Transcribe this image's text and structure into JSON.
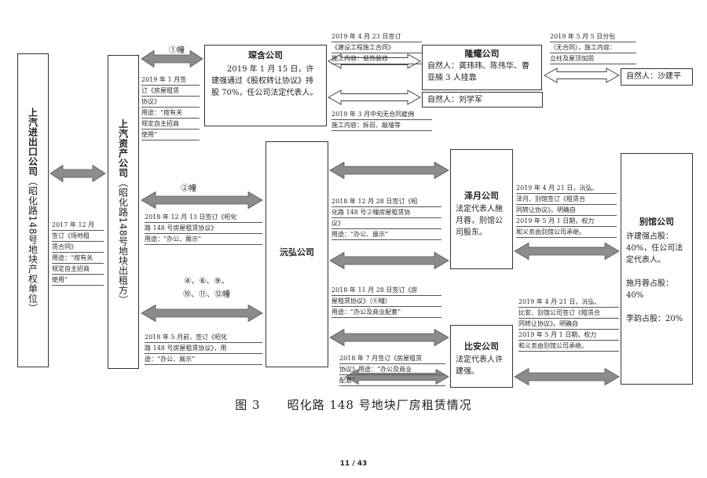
{
  "entities": {
    "shangqi_import_export": {
      "name": "上汽进出口公司",
      "sub": "（昭化路148号地块产权单位）"
    },
    "shangqi_asset": {
      "name": "上汽资产公司",
      "sub": "（昭化路148号地块出租方）"
    },
    "yuanhong": {
      "name": "沅弘公司"
    },
    "shenhan": {
      "title": "琛含公司",
      "body": "2019 年 1 月 15 日，许建强通过《股权转让协议》持股 70%，任公司法定代表人。"
    },
    "longyao": {
      "title": "隆耀公司",
      "body": "自然人：龚玮玮、陈伟华、曹亚楠 3 人挂靠"
    },
    "sha_jianping": {
      "name": "自然人：沙建平"
    },
    "liu_xuejun": {
      "name": "自然人：刘学军"
    },
    "zeyue": {
      "title": "泽月公司",
      "body": "法定代表人施月蓉，别馆公司股东。"
    },
    "bian": {
      "title": "比安公司",
      "body": "法定代表人许建强。"
    },
    "bieguan": {
      "title": "别馆公司",
      "p1": "许建强占股：40%，任公司法定代表人。",
      "p2": "施月蓉占股：40%",
      "p3": "李韵占股：20%"
    }
  },
  "labels": {
    "building1": "①幢",
    "building2": "②幢",
    "building_multi_1": "④、⑥、⑨、",
    "building_multi_2": "⑩、⑪、⑫幢"
  },
  "notes": {
    "n2017": [
      "2017 年 12 月",
      "签订《场地租",
      "赁合同》",
      "用途：“按有关",
      "规定自主招商",
      "使用”"
    ],
    "n2019_1": [
      "2019 年 1 月签",
      "订《房屋租赁",
      "协议》",
      "用途：“按有关",
      "规定自主招商",
      "使用”"
    ],
    "n2018_12_13": [
      "2018 年 12 月 13 日签订《昭化",
      "路 148 号房屋租赁协议》",
      "用途：“办公、展示”"
    ],
    "n2018_5": [
      "2018 年 5 月前，签订《昭化",
      "路 148 号房屋租赁协议》，用",
      "途：“办公、展示”"
    ],
    "n2019_4_23": [
      "2019 年 4 月 23 日签订",
      "《建设工程施工合同》",
      "施工内容：装饰装修"
    ],
    "n2019_3": [
      "2019 年 3 月中旬无合同雇佣",
      "施工内容：拆旧、敲墙等"
    ],
    "n2019_5_5": [
      "2019 年 5 月 5 日分包",
      "（无合同），施工内容：",
      "立柱及屋顶加固"
    ],
    "n2018_12_28": [
      "2018 年 12 月 28 日签订《昭",
      "化路 148 号②幢房屋租赁协",
      "议》",
      "用途：“办公、展示”"
    ],
    "n2018_11_28": [
      "2018 年 11 月 28 日签订《房",
      "屋租赁协议》（⑥幢）",
      "用途：“办公及商业配套”"
    ],
    "n2018_7": [
      "2018 年 7 月签订《房屋租赁",
      "协议》用途：“办公及商业",
      "配套”"
    ],
    "n2019_4_21a": [
      "2019 年 4 月 21 日，沅弘、",
      "泽月、别馆签订《租赁合",
      "同转让协议》。明确自",
      "2019 年 5 月 1 日期，权力",
      "和义务由别馆公司承继。"
    ],
    "n2019_4_21b": [
      "2019 年 4 月 21 日，沅弘、",
      "比安、别馆公司签订《租赁合",
      "同转让协议》。明确自",
      "2019 年 5 月 1 日期，权力",
      "和义务由别馆公司承继。"
    ]
  },
  "caption": {
    "number": "图 3",
    "text": "昭化路 148 号地块厂房租赁情况"
  },
  "page_number": "11 / 43"
}
